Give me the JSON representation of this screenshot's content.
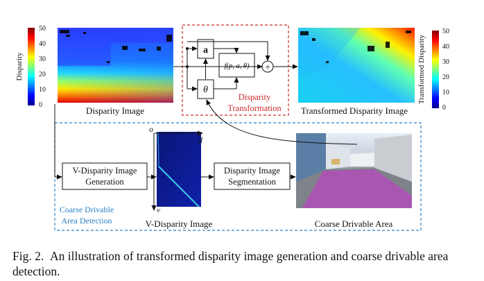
{
  "colorbar_left": {
    "title": "Disparity",
    "ticks": [
      "50",
      "40",
      "30",
      "20",
      "10",
      "0"
    ]
  },
  "colorbar_right": {
    "title": "Transformed Disparity",
    "ticks": [
      "50",
      "40",
      "30",
      "20",
      "10",
      "0"
    ]
  },
  "labels": {
    "disparity_image": "Disparity Image",
    "transformed_image": "Transformed Disparity Image",
    "v_disparity_image": "V-Disparity Image",
    "coarse_area": "Coarse Drivable Area"
  },
  "transformation": {
    "a_label": "a",
    "theta_label": "θ",
    "func_label": "f(p, a, θ)",
    "plus_symbol": "+",
    "title_line1": "Disparity",
    "title_line2": "Transformation"
  },
  "detection": {
    "vgen_line1": "V-Disparity Image",
    "vgen_line2": "Generation",
    "seg_line1": "Disparity Image",
    "seg_line2": "Segmentation",
    "region_line1": "Coarse Drivable",
    "region_line2": "Area Detection"
  },
  "vdisp_axes": {
    "origin": "o",
    "d": "d",
    "v": "v"
  },
  "colors": {
    "transform_box": "#cc2a2a",
    "detect_box": "#2a7fc4",
    "vdisp_bg": "#0c1a8c",
    "vdisp_line": "#39c6e6",
    "road_overlay": "#b04fb8"
  },
  "caption": {
    "label": "Fig. 2.",
    "text": "An illustration of transformed disparity image generation and coarse drivable area detection."
  }
}
